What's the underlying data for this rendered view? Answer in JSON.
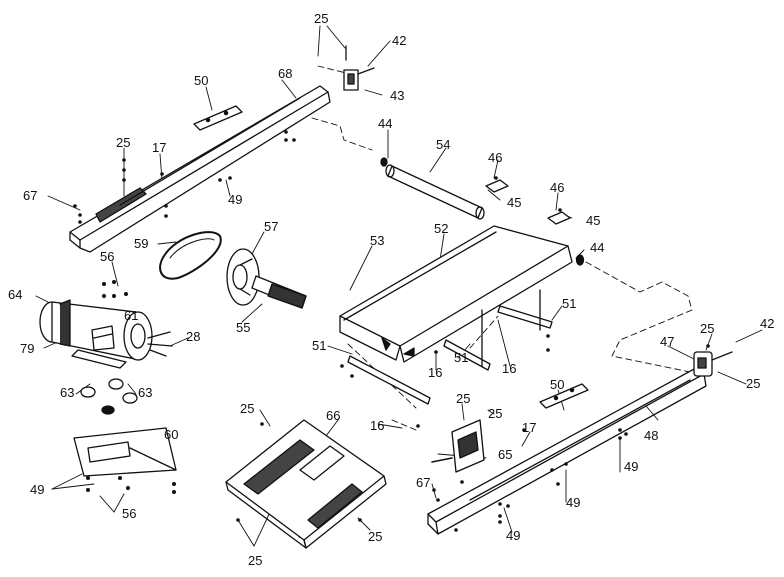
{
  "colors": {
    "ink": "#111111",
    "paper": "#ffffff",
    "shade": "#555555"
  },
  "labels": [
    "25",
    "42",
    "43",
    "50",
    "68",
    "25",
    "17",
    "67",
    "49",
    "44",
    "54",
    "46",
    "45",
    "46",
    "45",
    "44",
    "53",
    "52",
    "57",
    "59",
    "56",
    "64",
    "61",
    "28",
    "79",
    "55",
    "51",
    "51",
    "16",
    "16",
    "51",
    "16",
    "47",
    "25",
    "42",
    "25",
    "63",
    "63",
    "60",
    "49",
    "56",
    "25",
    "66",
    "50",
    "25",
    "17",
    "25",
    "65",
    "48",
    "49",
    "67",
    "49",
    "49",
    "25",
    "25"
  ]
}
